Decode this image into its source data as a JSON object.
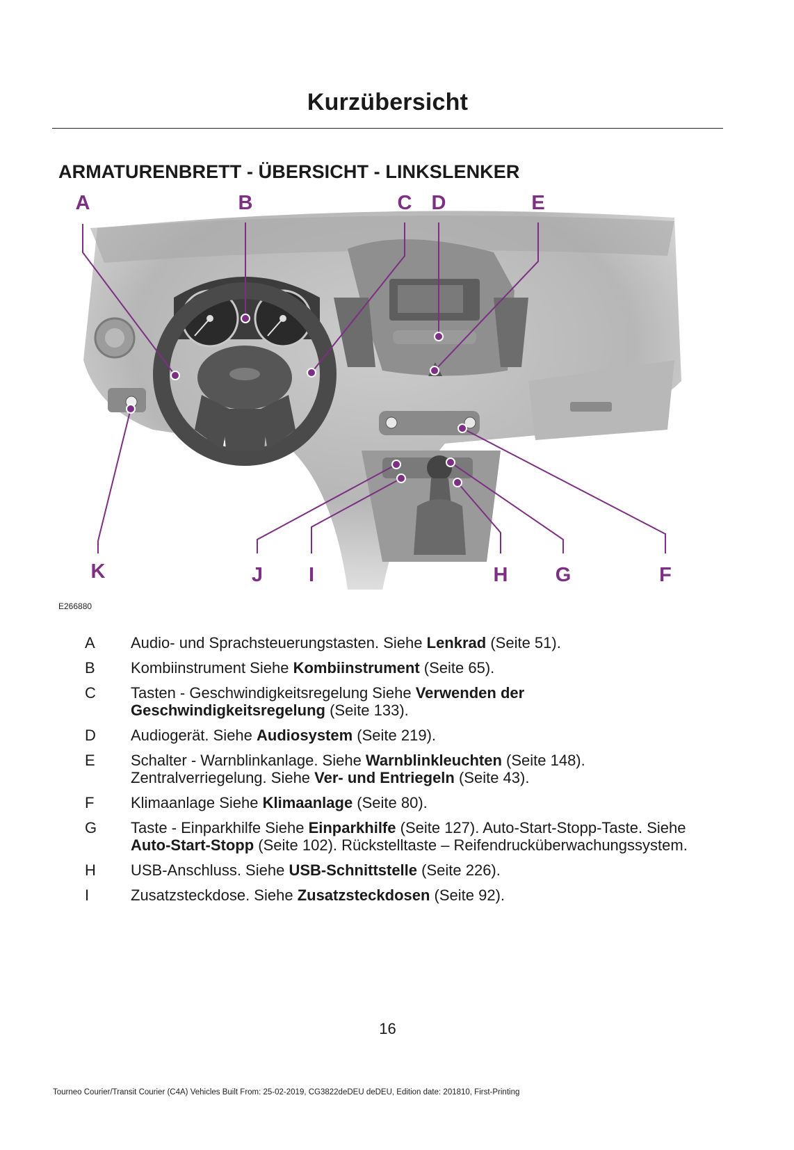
{
  "page_title": "Kurzübersicht",
  "section_heading": "ARMATURENBRETT - ÜBERSICHT - LINKSLENKER",
  "figure": {
    "image_id": "E266880",
    "callouts": [
      "A",
      "B",
      "C",
      "D",
      "E",
      "F",
      "G",
      "H",
      "I",
      "J",
      "K"
    ],
    "accent_color": "#7c2f83"
  },
  "legend": [
    {
      "letter": "A",
      "parts": [
        {
          "t": "Audio- und Sprachsteuerungstasten. Siehe "
        },
        {
          "t": "Lenkrad",
          "b": true
        },
        {
          "t": " (Seite 51)."
        }
      ]
    },
    {
      "letter": "B",
      "parts": [
        {
          "t": "Kombiinstrument Siehe "
        },
        {
          "t": "Kombiinstrument",
          "b": true
        },
        {
          "t": " (Seite 65)."
        }
      ]
    },
    {
      "letter": "C",
      "parts": [
        {
          "t": "Tasten - Geschwindigkeitsregelung Siehe "
        },
        {
          "t": "Verwenden der Geschwindigkeitsregelung",
          "b": true
        },
        {
          "t": " (Seite 133)."
        }
      ]
    },
    {
      "letter": "D",
      "parts": [
        {
          "t": "Audiogerät. Siehe "
        },
        {
          "t": "Audiosystem",
          "b": true
        },
        {
          "t": " (Seite 219)."
        }
      ]
    },
    {
      "letter": "E",
      "parts": [
        {
          "t": "Schalter - Warnblinkanlage.  Siehe "
        },
        {
          "t": "Warnblinkleuchten",
          "b": true
        },
        {
          "t": " (Seite 148). Zentralverriegelung. Siehe "
        },
        {
          "t": "Ver- und Entriegeln",
          "b": true
        },
        {
          "t": " (Seite 43)."
        }
      ]
    },
    {
      "letter": "F",
      "parts": [
        {
          "t": "Klimaanlage Siehe "
        },
        {
          "t": "Klimaanlage",
          "b": true
        },
        {
          "t": " (Seite 80)."
        }
      ]
    },
    {
      "letter": "G",
      "parts": [
        {
          "t": "Taste - Einparkhilfe  Siehe "
        },
        {
          "t": "Einparkhilfe",
          "b": true
        },
        {
          "t": " (Seite 127). Auto-Start-Stopp-Taste. Siehe "
        },
        {
          "t": "Auto-Start-Stopp",
          "b": true
        },
        {
          "t": " (Seite 102). Rückstelltaste – Reifendrucküberwachungssystem."
        }
      ]
    },
    {
      "letter": "H",
      "parts": [
        {
          "t": "USB-Anschluss. Siehe "
        },
        {
          "t": "USB-Schnittstelle",
          "b": true
        },
        {
          "t": " (Seite 226)."
        }
      ]
    },
    {
      "letter": "I",
      "parts": [
        {
          "t": "Zusatzsteckdose. Siehe "
        },
        {
          "t": "Zusatzsteckdosen",
          "b": true
        },
        {
          "t": " (Seite 92)."
        }
      ]
    }
  ],
  "page_number": "16",
  "footer": "Tourneo Courier/Transit Courier (C4A) Vehicles Built From: 25-02-2019, CG3822deDEU deDEU, Edition date: 201810, First-Printing"
}
